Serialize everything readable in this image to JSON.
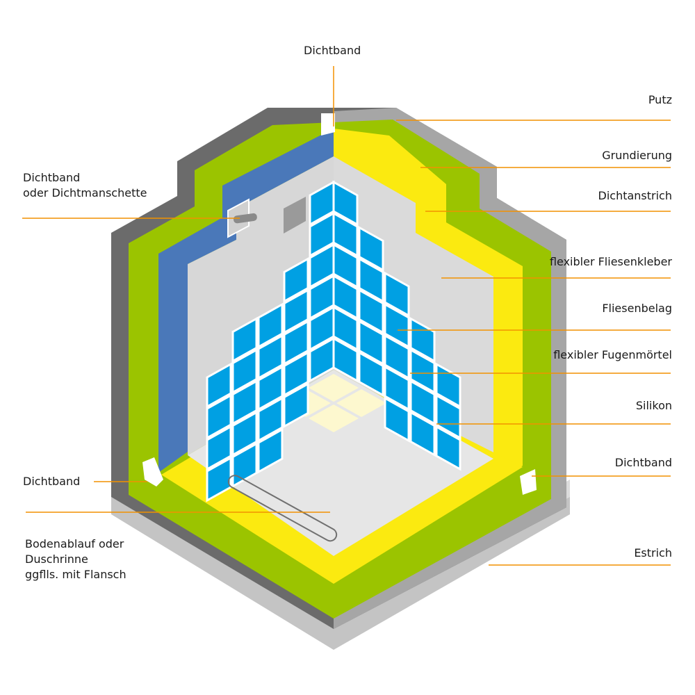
{
  "colors": {
    "putz": "#6b6b6b",
    "putz_light": "#a6a6a6",
    "grundierung": "#9bc400",
    "dichtanstrich": "#fbea10",
    "dichtband": "#4a78b9",
    "wall_left": "#d7d7d7",
    "wall_right": "#dadada",
    "floor": "#e6e6e6",
    "tile": "#00a0e3",
    "floor_tile": "#fdf8cf",
    "estrich": "#dcdcdc",
    "leader": "#f29100"
  },
  "labels": {
    "top_dichtband": "Dichtband",
    "left_dichtband_manschette": "Dichtband\noder Dichtmanschette",
    "left_dichtband_bottom": "Dichtband",
    "bodenablauf": "Bodenablauf oder\nDuschrinne\nggflls. mit Flansch",
    "putz": "Putz",
    "grundierung": "Grundierung",
    "dichtanstrich": "Dichtanstrich",
    "flexibler_fliesenkleber": "flexibler Fliesenkleber",
    "fliesenbelag": "Fliesenbelag",
    "flexibler_fugenmoertel": "flexibler Fugenmörtel",
    "silikon": "Silikon",
    "right_dichtband": "Dichtband",
    "estrich": "Estrich"
  }
}
